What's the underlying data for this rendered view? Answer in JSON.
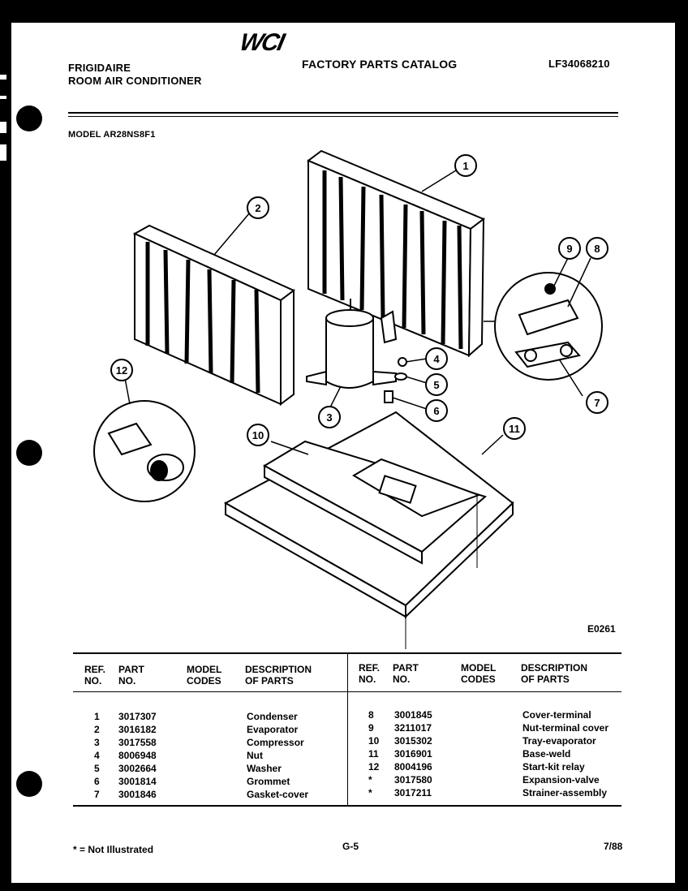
{
  "header": {
    "brand": "FRIGIDAIRE",
    "product": "ROOM AIR CONDITIONER",
    "logo": "WCI",
    "catalog_title": "FACTORY PARTS CATALOG",
    "doc_number": "LF34068210",
    "model": "MODEL AR28NS8F1"
  },
  "diagram": {
    "figure_code": "E0261",
    "callouts": [
      "1",
      "2",
      "3",
      "4",
      "5",
      "6",
      "7",
      "8",
      "9",
      "10",
      "11",
      "12"
    ]
  },
  "table": {
    "headers": {
      "ref": [
        "REF.",
        "NO."
      ],
      "part": [
        "PART",
        "NO."
      ],
      "model": [
        "MODEL",
        "CODES"
      ],
      "desc": [
        "DESCRIPTION",
        "OF PARTS"
      ]
    },
    "left_rows": [
      {
        "ref": "1",
        "part": "3017307",
        "desc": "Condenser"
      },
      {
        "ref": "2",
        "part": "3016182",
        "desc": "Evaporator"
      },
      {
        "ref": "3",
        "part": "3017558",
        "desc": "Compressor"
      },
      {
        "ref": "4",
        "part": "8006948",
        "desc": "Nut"
      },
      {
        "ref": "5",
        "part": "3002664",
        "desc": "Washer"
      },
      {
        "ref": "6",
        "part": "3001814",
        "desc": "Grommet"
      },
      {
        "ref": "7",
        "part": "3001846",
        "desc": "Gasket-cover"
      }
    ],
    "right_rows": [
      {
        "ref": "8",
        "part": "3001845",
        "desc": "Cover-terminal"
      },
      {
        "ref": "9",
        "part": "3211017",
        "desc": "Nut-terminal cover"
      },
      {
        "ref": "10",
        "part": "3015302",
        "desc": "Tray-evaporator"
      },
      {
        "ref": "11",
        "part": "3016901",
        "desc": "Base-weld"
      },
      {
        "ref": "12",
        "part": "8004196",
        "desc": "Start-kit relay"
      },
      {
        "ref": "*",
        "part": "3017580",
        "desc": "Expansion-valve"
      },
      {
        "ref": "*",
        "part": "3017211",
        "desc": "Strainer-assembly"
      }
    ]
  },
  "footer": {
    "note": "* = Not Illustrated",
    "page": "G-5",
    "date": "7/88"
  }
}
